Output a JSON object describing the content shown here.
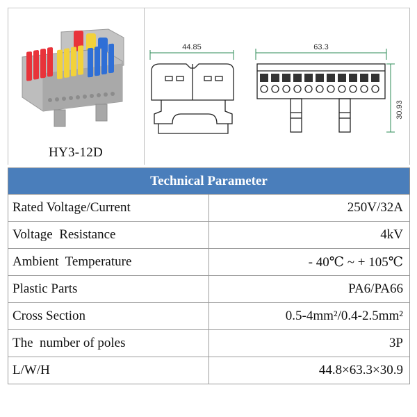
{
  "product": {
    "model": "HY3-12D",
    "colors": {
      "red": "#e8333a",
      "yellow": "#f2d23a",
      "blue": "#2f6fd6",
      "housing": "#b9b9b9"
    }
  },
  "drawing": {
    "width_label": "44.85",
    "length_label": "63.3",
    "height_label": "30.93",
    "dimension_color": "#2e8b57"
  },
  "table": {
    "header": "Technical Parameter",
    "header_color": "#4a7ebb",
    "rows": [
      {
        "label": "Rated Voltage/Current",
        "value": "250V/32A"
      },
      {
        "label": "Voltage  Resistance",
        "value": "4kV"
      },
      {
        "label": "Ambient  Temperature",
        "value": "- 40℃ ~ + 105℃"
      },
      {
        "label": "Plastic Parts",
        "value": "PA6/PA66"
      },
      {
        "label": "Cross Section",
        "value": "0.5-4mm²/0.4-2.5mm²"
      },
      {
        "label": "The  number of poles",
        "value": "3P"
      },
      {
        "label": "L/W/H",
        "value": "44.8×63.3×30.9"
      }
    ]
  }
}
